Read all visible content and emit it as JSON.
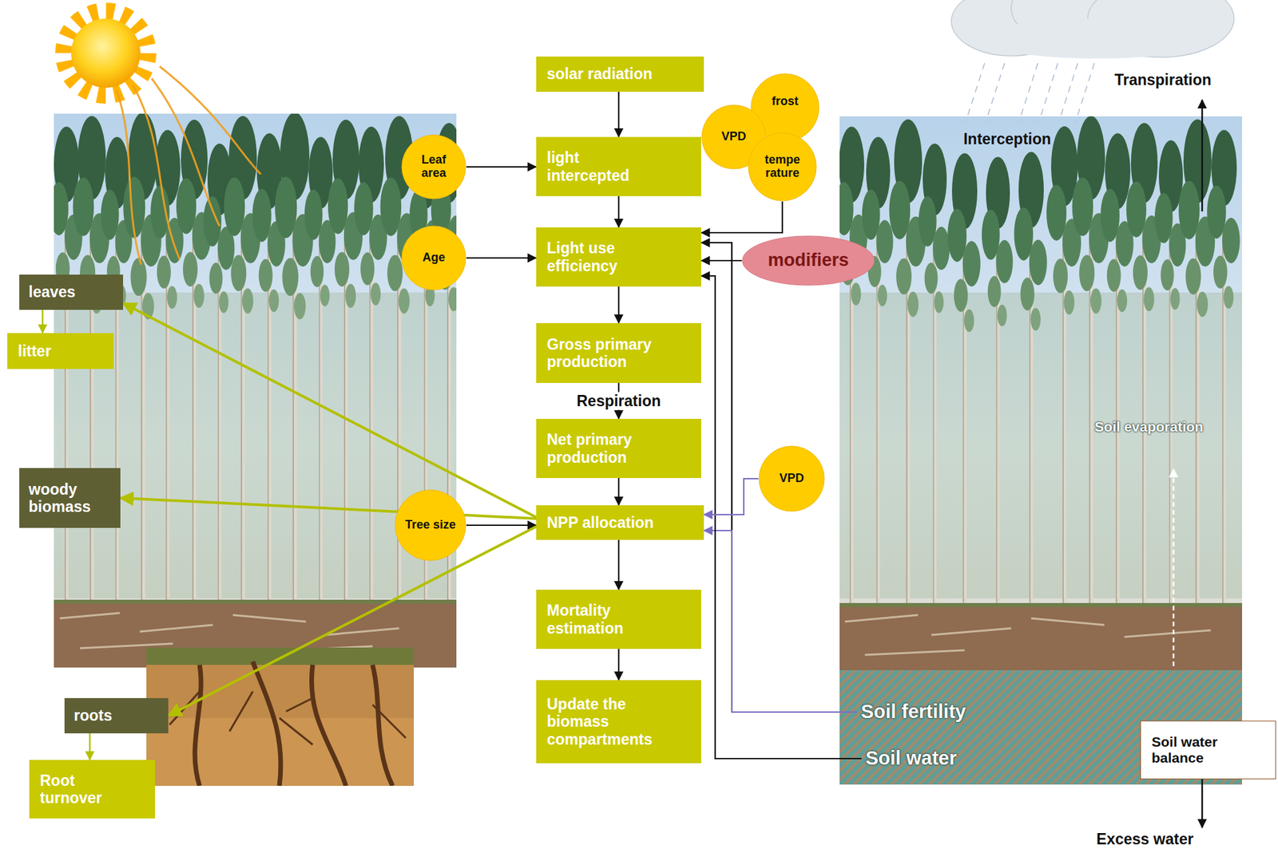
{
  "diagram": {
    "nodes": [
      {
        "text": [
          "solar radiation"
        ]
      },
      {
        "text": [
          "light intercepted"
        ]
      },
      {
        "text": [
          "Leaf area"
        ]
      },
      {
        "text": [
          "frost"
        ]
      },
      {
        "text": [
          "VPD"
        ]
      },
      {
        "text": [
          "tempe rature"
        ]
      },
      {
        "text": [
          "Light use efficiency"
        ]
      },
      {
        "text": [
          "Age"
        ]
      },
      {
        "text": [
          "modifiers"
        ]
      },
      {
        "text": [
          "Gross primary production"
        ]
      },
      {
        "text": [
          "Net primary production"
        ]
      },
      {
        "text": [
          "VPD"
        ]
      },
      {
        "text": [
          "NPP allocation"
        ]
      },
      {
        "text": [
          "Tree size"
        ]
      },
      {
        "text": [
          "Mortality estimation"
        ]
      },
      {
        "text": [
          "Update the biomass compartments"
        ]
      },
      {
        "text": [
          "leaves"
        ]
      },
      {
        "text": [
          "litter"
        ]
      },
      {
        "text": [
          "woody biomass"
        ]
      },
      {
        "text": [
          "roots"
        ]
      },
      {
        "text": [
          "Root turnover"
        ]
      },
      {
        "text": [
          "Soil fertility"
        ]
      },
      {
        "text": [
          "Soil water"
        ]
      },
      {
        "text": [
          "Soil water balance"
        ]
      }
    ],
    "edges": [
      {
        "from": 0,
        "to": 1,
        "arrow": "to"
      },
      {
        "from": 1,
        "to": 6,
        "arrow": "to"
      },
      {
        "from": 6,
        "to": 9,
        "arrow": "to"
      },
      {
        "from": 9,
        "to": 10,
        "label": "Respiration",
        "arrow": "to"
      },
      {
        "from": 10,
        "to": 12,
        "arrow": "to"
      },
      {
        "from": 12,
        "to": 14,
        "arrow": "to"
      },
      {
        "from": 14,
        "to": 15,
        "arrow": "to"
      },
      {
        "from": 2,
        "to": 1,
        "arrow": "to"
      },
      {
        "from": 7,
        "to": 6,
        "arrow": "to"
      },
      {
        "from": 13,
        "to": 12,
        "arrow": "to"
      },
      {
        "from": 8,
        "to": 6,
        "arrow": "to"
      },
      {
        "from": 5,
        "to": 6,
        "arrow": "to"
      },
      {
        "from": 21,
        "to": 6,
        "arrow": "to"
      },
      {
        "from": 21,
        "to": 12,
        "arrow": "to"
      },
      {
        "from": 22,
        "to": 6,
        "arrow": "to"
      },
      {
        "from": 11,
        "to": 12,
        "arrow": "to"
      },
      {
        "from": 12,
        "to": 16,
        "arrow": "to"
      },
      {
        "from": 12,
        "to": 18,
        "arrow": "to"
      },
      {
        "from": 12,
        "to": 19,
        "arrow": "to"
      },
      {
        "from": 16,
        "to": 17,
        "arrow": "to"
      },
      {
        "from": 19,
        "to": 20,
        "arrow": "to"
      }
    ],
    "labels": [
      "Interception",
      "Transpiration",
      "Soil evaporation",
      "Excess water"
    ]
  }
}
